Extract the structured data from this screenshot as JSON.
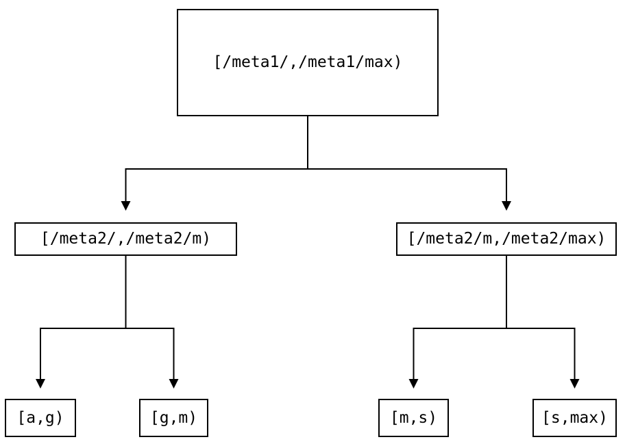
{
  "diagram": {
    "type": "tree",
    "colors": {
      "background": "#ffffff",
      "line": "#000000",
      "text": "#000000"
    },
    "nodes": {
      "root": {
        "label": "[/meta1/,/meta1/max)"
      },
      "meta2_low": {
        "label": "[/meta2/,/meta2/m)"
      },
      "meta2_high": {
        "label": "[/meta2/m,/meta2/max)"
      },
      "leaf_ag": {
        "label": "[a,g)"
      },
      "leaf_gm": {
        "label": "[g,m)"
      },
      "leaf_ms": {
        "label": "[m,s)"
      },
      "leaf_smax": {
        "label": "[s,max)"
      }
    },
    "edges": [
      {
        "from": "[/meta1/,/meta1/max)",
        "to": "[/meta2/,/meta2/m)"
      },
      {
        "from": "[/meta1/,/meta1/max)",
        "to": "[/meta2/m,/meta2/max)"
      },
      {
        "from": "[/meta2/,/meta2/m)",
        "to": "[a,g)"
      },
      {
        "from": "[/meta2/,/meta2/m)",
        "to": "[g,m)"
      },
      {
        "from": "[/meta2/m,/meta2/max)",
        "to": "[m,s)"
      },
      {
        "from": "[/meta2/m,/meta2/max)",
        "to": "[s,max)"
      }
    ]
  }
}
